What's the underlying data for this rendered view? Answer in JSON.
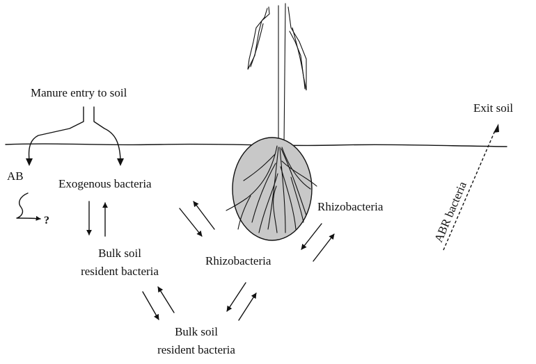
{
  "labels": {
    "manure_entry": "Manure entry to soil",
    "exit_soil": "Exit soil",
    "ab": "AB",
    "question_mark": "?",
    "exogenous_bacteria": "Exogenous bacteria",
    "rhizobacteria_inside": "Rhizobacteria",
    "rhizobacteria_center": "Rhizobacteria",
    "bulk_soil_left_line1": "Bulk soil",
    "bulk_soil_left_line2": "resident bacteria",
    "bulk_soil_bottom_line1": "Bulk soil",
    "bulk_soil_bottom_line2": "resident bacteria",
    "abr_bacteria": "ABR bacteria"
  },
  "colors": {
    "ink": "#111111",
    "rhizosphere_fill": "#c8c8c8",
    "background": "#ffffff"
  }
}
